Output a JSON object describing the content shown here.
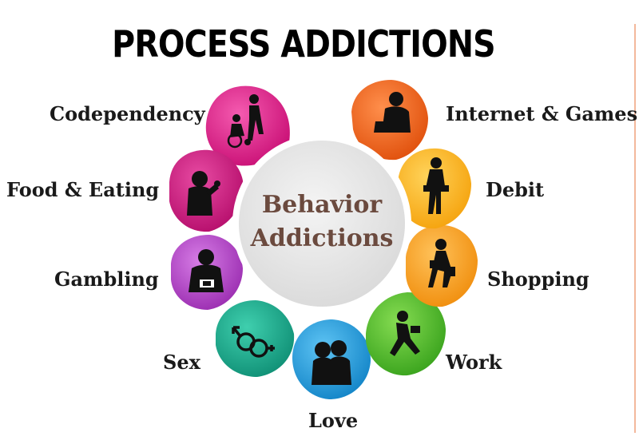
{
  "title": "PROCESS ADDICTIONS",
  "center": {
    "line1": "Behavior",
    "line2": "Addictions"
  },
  "nodes": [
    {
      "label": "Codependency",
      "icon": "wheelchair-caregiver-icon",
      "color": "#ec1a8c"
    },
    {
      "label": "Food & Eating",
      "icon": "eating-person-icon",
      "color": "#d6157f"
    },
    {
      "label": "Gambling",
      "icon": "gambler-cards-icon",
      "color": "#b542c8"
    },
    {
      "label": "Sex",
      "icon": "gender-symbols-icon",
      "color": "#14a88a"
    },
    {
      "label": "Love",
      "icon": "couple-icon",
      "color": "#1e9fe0"
    },
    {
      "label": "Work",
      "icon": "running-worker-icon",
      "color": "#4cba2c"
    },
    {
      "label": "Shopping",
      "icon": "shopper-bags-icon",
      "color": "#f6a21d"
    },
    {
      "label": "Debit",
      "icon": "empty-pockets-icon",
      "color": "#fbb217"
    },
    {
      "label": "Internet & Games",
      "icon": "laptop-user-icon",
      "color": "#f16a14"
    }
  ]
}
